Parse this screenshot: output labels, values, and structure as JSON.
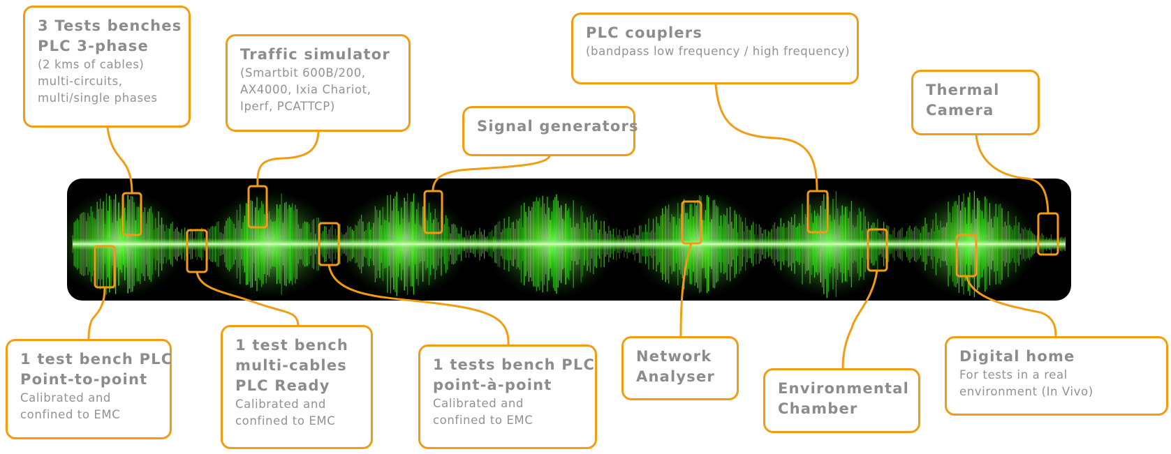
{
  "accent_color": "#f39c12",
  "text_color": "#8f8f8f",
  "waveform": {
    "background": "#000000",
    "wave_color": "#3fd22a",
    "core_color": "#eaffd9"
  },
  "callouts": [
    {
      "id": "bench-3phase",
      "title": [
        "3 Tests benches",
        "PLC 3-phase"
      ],
      "desc": [
        "(2 kms of cables)",
        "multi-circuits,",
        "multi/single phases"
      ]
    },
    {
      "id": "traffic-simulator",
      "title": [
        "Traffic simulator"
      ],
      "desc": [
        "(Smartbit 600B/200,",
        "AX4000, Ixia Chariot,",
        "Iperf, PCATTCP)"
      ]
    },
    {
      "id": "signal-generators",
      "title": [
        "Signal generators"
      ],
      "desc": []
    },
    {
      "id": "plc-couplers",
      "title": [
        "PLC couplers"
      ],
      "desc": [
        "(bandpass low frequency / high frequency)"
      ]
    },
    {
      "id": "thermal-camera",
      "title": [
        "Thermal",
        "Camera"
      ],
      "desc": []
    },
    {
      "id": "bench-point-to-point",
      "title": [
        "1 test bench PLC",
        "Point-to-point"
      ],
      "desc": [
        "Calibrated and",
        "confined to EMC"
      ]
    },
    {
      "id": "bench-multi-cables",
      "title": [
        "1 test bench",
        "multi-cables",
        "PLC Ready"
      ],
      "desc": [
        "Calibrated and",
        "confined to EMC"
      ]
    },
    {
      "id": "bench-point-a-point",
      "title": [
        "1 tests bench PLC",
        "point-à-point"
      ],
      "desc": [
        "Calibrated and",
        "confined to EMC"
      ]
    },
    {
      "id": "network-analyser",
      "title": [
        "Network",
        "Analyser"
      ],
      "desc": []
    },
    {
      "id": "environmental-chamber",
      "title": [
        "Environmental",
        "Chamber"
      ],
      "desc": []
    },
    {
      "id": "digital-home",
      "title": [
        "Digital home"
      ],
      "desc": [
        "For tests in a real",
        "environment (In Vivo)"
      ]
    }
  ]
}
